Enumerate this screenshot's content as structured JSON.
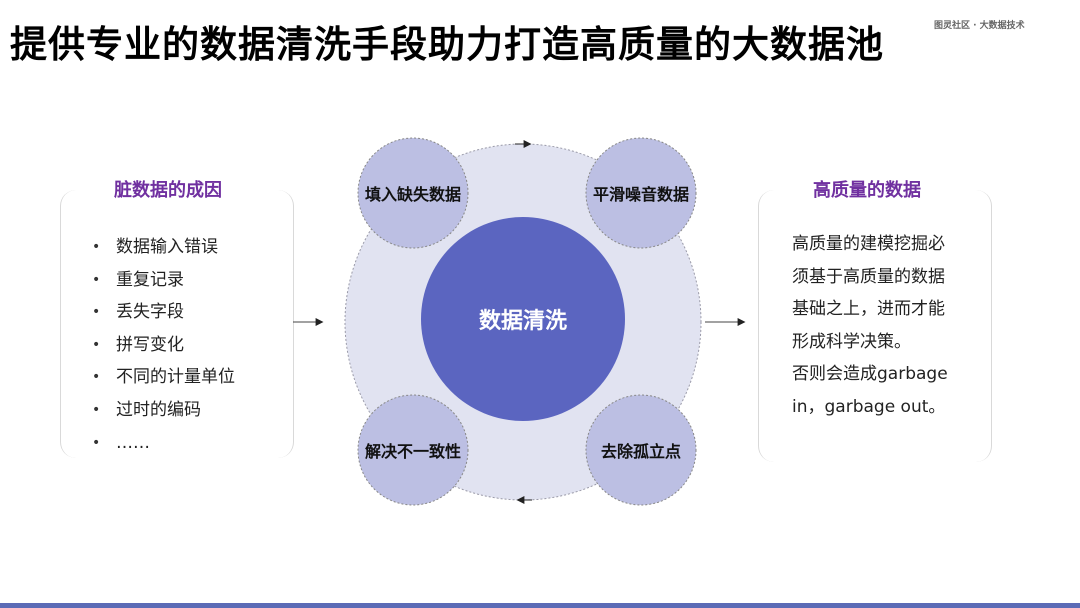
{
  "title": "提供专业的数据清洗手段助力打造高质量的大数据池",
  "watermark": "图灵社区 · 大数据技术",
  "left_panel": {
    "title": "脏数据的成因",
    "items": [
      "数据输入错误",
      "重复记录",
      "丢失字段",
      "拼写变化",
      "不同的计量单位",
      "过时的编码",
      "……"
    ]
  },
  "center": {
    "label": "数据清洗",
    "nodes": {
      "top_left": "填入缺失数据",
      "top_right": "平滑噪音数据",
      "bottom_left": "解决不一致性",
      "bottom_right": "去除孤立点"
    }
  },
  "right_panel": {
    "title": "高质量的数据",
    "lines": [
      "高质量的建模挖掘必",
      "须基于高质量的数据",
      "基础之上，进而才能",
      "形成科学决策。",
      "否则会造成garbage",
      "in，garbage out。"
    ]
  },
  "colors": {
    "center_fill": "#5b65c0",
    "node_fill": "#bcbfe3",
    "ring_fill": "#e1e3f1",
    "accent_title": "#7030a0"
  }
}
